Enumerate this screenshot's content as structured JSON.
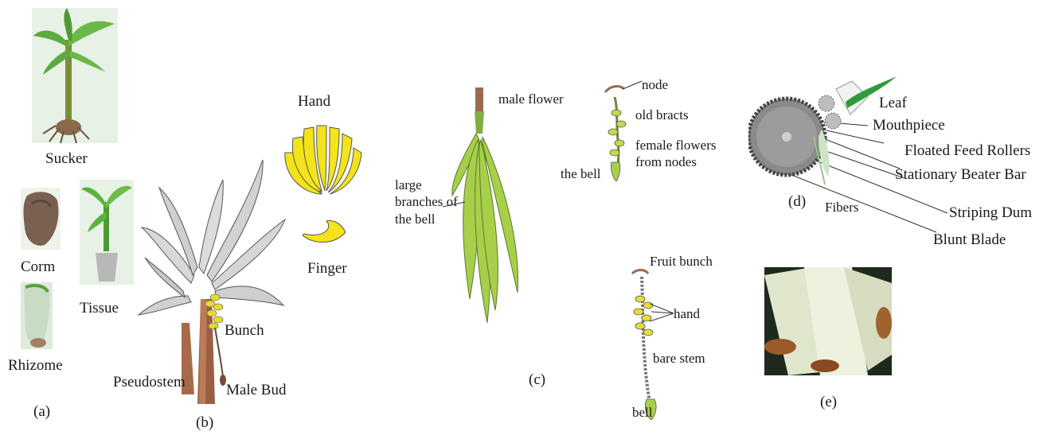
{
  "panels": {
    "a": {
      "tag": "(a)",
      "labels": {
        "sucker": "Sucker",
        "corm": "Corm",
        "tissue": "Tissue",
        "rhizome": "Rhizome"
      }
    },
    "b": {
      "tag": "(b)",
      "labels": {
        "hand": "Hand",
        "finger": "Finger",
        "bunch": "Bunch",
        "pseudostem": "Pseudostem",
        "male_bud": "Male Bud"
      }
    },
    "c": {
      "tag": "(c)",
      "labels": {
        "male_flower": "male flower",
        "large_branches": "large branches of the bell",
        "node": "node",
        "old_bracts": "old bracts",
        "female_flowers": "female flowers from nodes",
        "the_bell": "the bell",
        "fruit_bunch": "Fruit bunch",
        "hand": "hand",
        "bare_stem": "bare stem",
        "bell": "bell"
      }
    },
    "d": {
      "tag": "(d)",
      "labels": {
        "leaf": "Leaf",
        "mouthpiece": "Mouthpiece",
        "floated_feed_rollers": "Floated Feed Rollers",
        "stationary_beater_bar": "Stationary Beater Bar",
        "fibers": "Fibers",
        "striping_dum": "Striping Dum",
        "blunt_blade": "Blunt Blade"
      }
    },
    "e": {
      "tag": "(e)"
    }
  },
  "colors": {
    "banana_yellow": "#f2e31a",
    "leaf_green": "#4caf3a",
    "bell_green": "#a8cf4a",
    "stem_brown": "#8b5a3c",
    "machine_gray": "#8a8a8a"
  },
  "icons": [
    "sucker-plant-icon",
    "corm-icon",
    "tissue-plant-icon",
    "rhizome-icon",
    "banana-tree-icon",
    "banana-hand-icon",
    "banana-finger-icon",
    "bell-branches-icon",
    "male-flower-stalk-icon",
    "fruit-bunch-stalk-icon",
    "decorticator-machine-icon",
    "fiber-photo-icon"
  ]
}
